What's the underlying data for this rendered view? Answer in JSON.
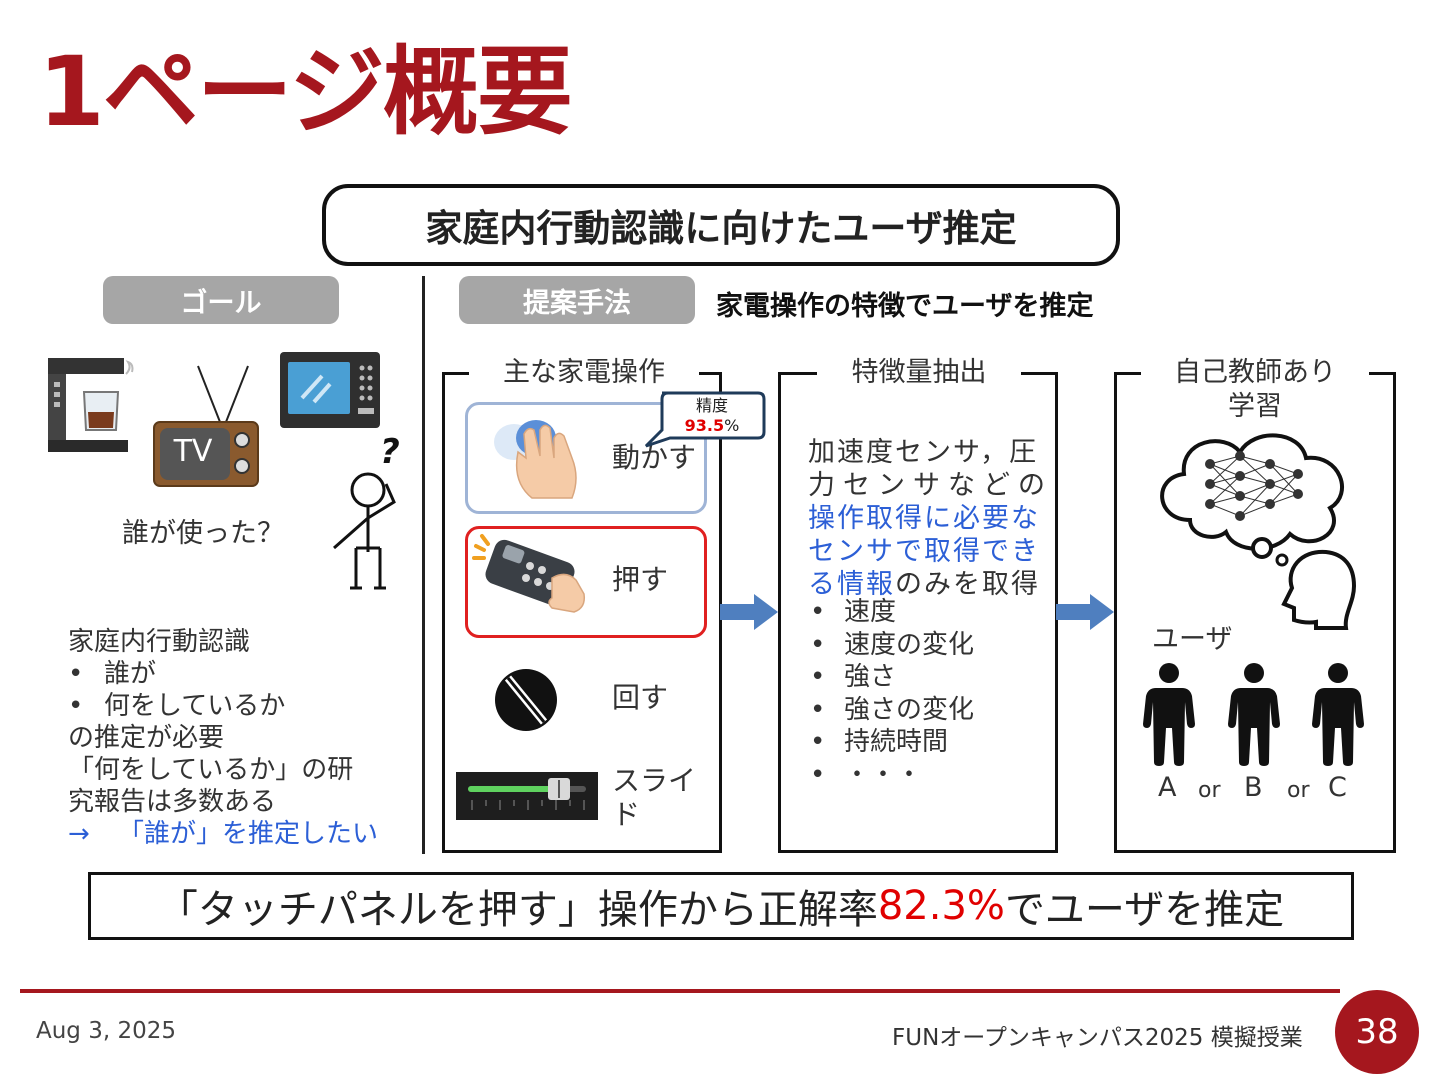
{
  "title": "1ページ概要",
  "main_heading": "家庭内行動認識に向けたユーザ推定",
  "goal": {
    "label": "ゴール",
    "tv_label": "TV",
    "question_mark": "?",
    "who_used": "誰が使った？",
    "recognition_title": "家庭内行動認識",
    "bullets": [
      "誰が",
      "何をしているか"
    ],
    "line_need": "の推定が必要",
    "line_research_1": "「何をしているか」の研",
    "line_research_2": "究報告は多数ある",
    "arrow": "→",
    "conclusion": "「誰が」を推定したい"
  },
  "method": {
    "label": "提案手法",
    "caption": "家電操作の特徴でユーザを推定"
  },
  "operations": {
    "title": "主な家電操作",
    "items": [
      {
        "label": "動かす",
        "border": "#9fb4d6"
      },
      {
        "label": "押す",
        "border": "#e02020"
      },
      {
        "label": "回す",
        "border": ""
      },
      {
        "label": "スライ\nド",
        "border": ""
      }
    ],
    "bubble_label": "精度",
    "bubble_value": "93.5",
    "bubble_unit": "%"
  },
  "features": {
    "title": "特徴量抽出",
    "desc_1": "加速度センサ，圧",
    "desc_2": "力センサなどの",
    "desc_blue_1": "操作取得に必要な",
    "desc_blue_2": "センサで取得でき",
    "desc_blue_3": "る情報",
    "desc_end": "のみを取得",
    "bullets": [
      "速度",
      "速度の変化",
      "強さ",
      "強さの変化",
      "持続時間",
      "・・・"
    ]
  },
  "learning": {
    "title_1": "自己教師あり",
    "title_2": "学習",
    "user_label": "ユーザ",
    "users": [
      "A",
      "B",
      "C"
    ],
    "or_text": "or"
  },
  "result": {
    "prefix": "「タッチパネルを押す」操作から正解率",
    "value": "82.3%",
    "suffix": "でユーザを推定"
  },
  "footer": {
    "date": "Aug 3, 2025",
    "event": "FUNオープンキャンパス2025 模擬授業",
    "page": "38"
  },
  "colors": {
    "accent": "#a5171e",
    "highlight_blue": "#2c5fd6",
    "highlight_red": "#e00000",
    "arrow": "#4f7fbf",
    "pill": "#a6a6a6"
  }
}
